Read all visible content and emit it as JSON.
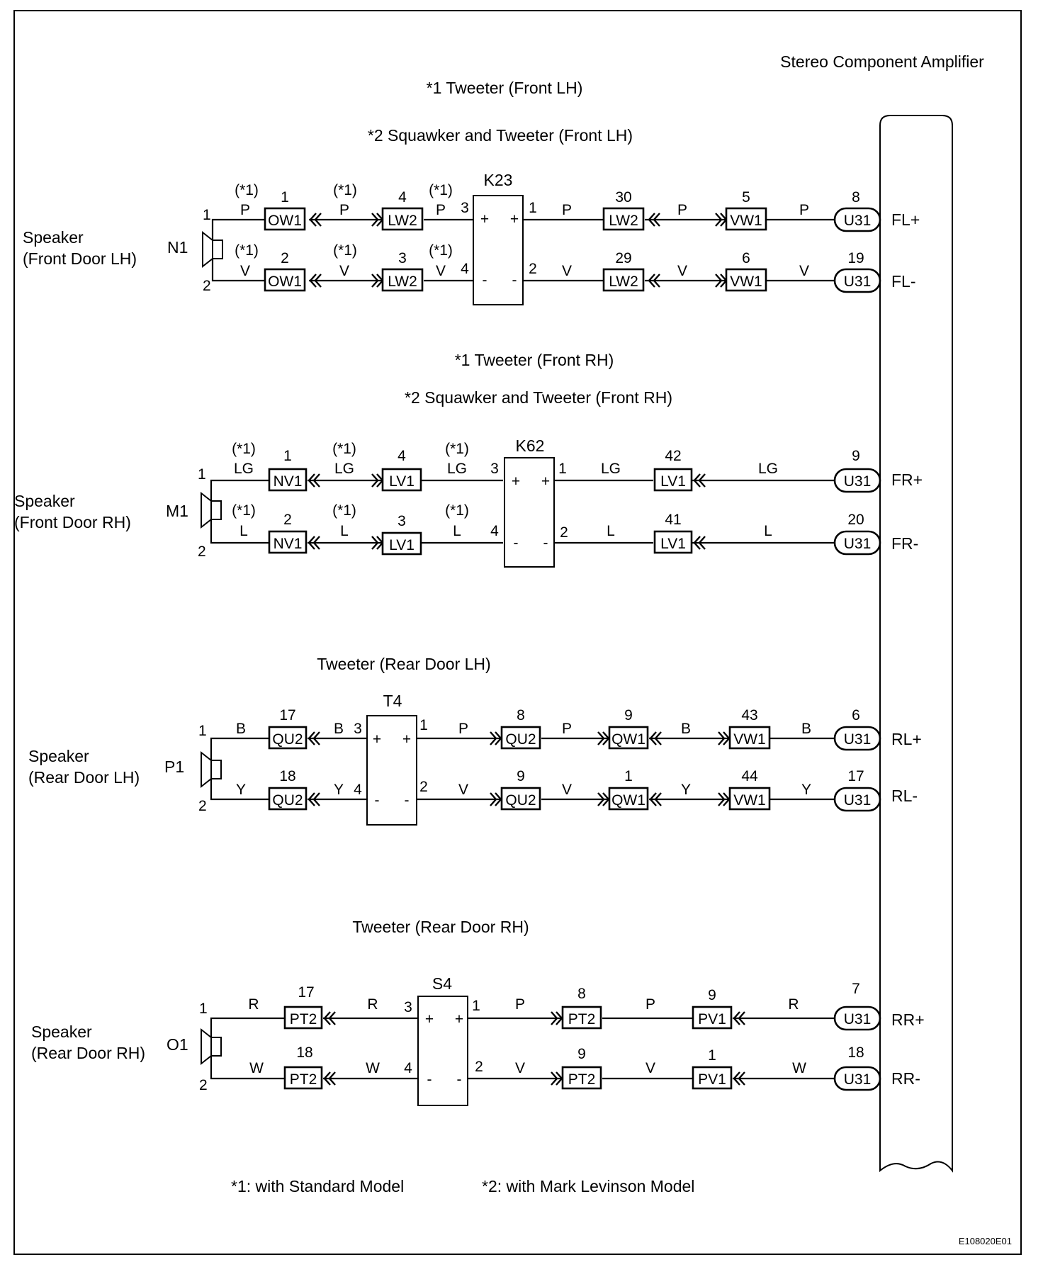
{
  "amplifier_title": "Stereo Component Amplifier",
  "figure_code": "E108020E01",
  "footnotes": {
    "standard": "*1: with Standard Model",
    "levinson": "*2: with Mark Levinson Model"
  },
  "sections": {
    "fl": {
      "captions": [
        "*1 Tweeter (Front LH)",
        "*2 Squawker and Tweeter (Front LH)"
      ],
      "speaker_label": [
        "Speaker",
        "(Front Door LH)"
      ],
      "speaker_code": "N1",
      "speaker_pins": [
        "1",
        "2"
      ],
      "jc_code": "K23",
      "jc_in_pins": [
        "3",
        "4"
      ],
      "jc_out_pins": [
        "1",
        "2"
      ],
      "jc_signs": [
        "+",
        "+",
        "-",
        "-"
      ],
      "notes": [
        "(*1)",
        "(*1)",
        "(*1)",
        "(*1)",
        "(*1)",
        "(*1)"
      ],
      "upper": {
        "wires": [
          "P",
          "P",
          "P",
          "P",
          "P",
          "P"
        ],
        "conn_a": {
          "code": "OW1",
          "pin": "1"
        },
        "conn_b": {
          "code": "LW2",
          "pin": "4"
        },
        "conn_c": {
          "code": "LW2",
          "pin": "30"
        },
        "conn_d": {
          "code": "VW1",
          "pin": "5"
        },
        "term": {
          "code": "U31",
          "pin": "8"
        },
        "amp_terminal": "FL+"
      },
      "lower": {
        "wires": [
          "V",
          "V",
          "V",
          "V",
          "V",
          "V"
        ],
        "conn_a": {
          "code": "OW1",
          "pin": "2"
        },
        "conn_b": {
          "code": "LW2",
          "pin": "3"
        },
        "conn_c": {
          "code": "LW2",
          "pin": "29"
        },
        "conn_d": {
          "code": "VW1",
          "pin": "6"
        },
        "term": {
          "code": "U31",
          "pin": "19"
        },
        "amp_terminal": "FL-"
      }
    },
    "fr": {
      "captions": [
        "*1 Tweeter (Front RH)",
        "*2 Squawker and Tweeter (Front RH)"
      ],
      "speaker_label": [
        "Speaker",
        "(Front Door RH)"
      ],
      "speaker_code": "M1",
      "speaker_pins": [
        "1",
        "2"
      ],
      "jc_code": "K62",
      "jc_in_pins": [
        "3",
        "4"
      ],
      "jc_out_pins": [
        "1",
        "2"
      ],
      "jc_signs": [
        "+",
        "+",
        "-",
        "-"
      ],
      "notes": [
        "(*1)",
        "(*1)",
        "(*1)",
        "(*1)",
        "(*1)",
        "(*1)"
      ],
      "upper": {
        "wires": [
          "LG",
          "LG",
          "LG",
          "LG",
          "LG"
        ],
        "conn_a": {
          "code": "NV1",
          "pin": "1"
        },
        "conn_b": {
          "code": "LV1",
          "pin": "4"
        },
        "conn_c": {
          "code": "LV1",
          "pin": "42"
        },
        "term": {
          "code": "U31",
          "pin": "9"
        },
        "amp_terminal": "FR+"
      },
      "lower": {
        "wires": [
          "L",
          "L",
          "L",
          "L",
          "L"
        ],
        "conn_a": {
          "code": "NV1",
          "pin": "2"
        },
        "conn_b": {
          "code": "LV1",
          "pin": "3"
        },
        "conn_c": {
          "code": "LV1",
          "pin": "41"
        },
        "term": {
          "code": "U31",
          "pin": "20"
        },
        "amp_terminal": "FR-"
      }
    },
    "rl": {
      "caption": "Tweeter (Rear Door LH)",
      "speaker_label": [
        "Speaker",
        "(Rear Door LH)"
      ],
      "speaker_code": "P1",
      "speaker_pins": [
        "1",
        "2"
      ],
      "jc_code": "T4",
      "jc_in_pins": [
        "3",
        "4"
      ],
      "jc_out_pins": [
        "1",
        "2"
      ],
      "jc_signs": [
        "+",
        "+",
        "-",
        "-"
      ],
      "upper": {
        "wires": [
          "B",
          "B",
          "P",
          "P",
          "B",
          "B"
        ],
        "conn_a": {
          "code": "QU2",
          "pin": "17"
        },
        "conn_b": {
          "code": "QU2",
          "pin": "8"
        },
        "conn_c": {
          "code": "QW1",
          "pin": "9"
        },
        "conn_d": {
          "code": "VW1",
          "pin": "43"
        },
        "term": {
          "code": "U31",
          "pin": "6"
        },
        "amp_terminal": "RL+"
      },
      "lower": {
        "wires": [
          "Y",
          "Y",
          "V",
          "V",
          "Y",
          "Y"
        ],
        "conn_a": {
          "code": "QU2",
          "pin": "18"
        },
        "conn_b": {
          "code": "QU2",
          "pin": "9"
        },
        "conn_c": {
          "code": "QW1",
          "pin": "1"
        },
        "conn_d": {
          "code": "VW1",
          "pin": "44"
        },
        "term": {
          "code": "U31",
          "pin": "17"
        },
        "amp_terminal": "RL-"
      }
    },
    "rr": {
      "caption": "Tweeter (Rear Door RH)",
      "speaker_label": [
        "Speaker",
        "(Rear Door RH)"
      ],
      "speaker_code": "O1",
      "speaker_pins": [
        "1",
        "2"
      ],
      "jc_code": "S4",
      "jc_in_pins": [
        "3",
        "4"
      ],
      "jc_out_pins": [
        "1",
        "2"
      ],
      "jc_signs": [
        "+",
        "+",
        "-",
        "-"
      ],
      "upper": {
        "wires": [
          "R",
          "R",
          "P",
          "P",
          "R"
        ],
        "conn_a": {
          "code": "PT2",
          "pin": "17"
        },
        "conn_b": {
          "code": "PT2",
          "pin": "8"
        },
        "conn_c": {
          "code": "PV1",
          "pin": "9"
        },
        "term": {
          "code": "U31",
          "pin": "7"
        },
        "amp_terminal": "RR+"
      },
      "lower": {
        "wires": [
          "W",
          "W",
          "V",
          "V",
          "W"
        ],
        "conn_a": {
          "code": "PT2",
          "pin": "18"
        },
        "conn_b": {
          "code": "PT2",
          "pin": "9"
        },
        "conn_c": {
          "code": "PV1",
          "pin": "1"
        },
        "term": {
          "code": "U31",
          "pin": "18"
        },
        "amp_terminal": "RR-"
      }
    }
  }
}
